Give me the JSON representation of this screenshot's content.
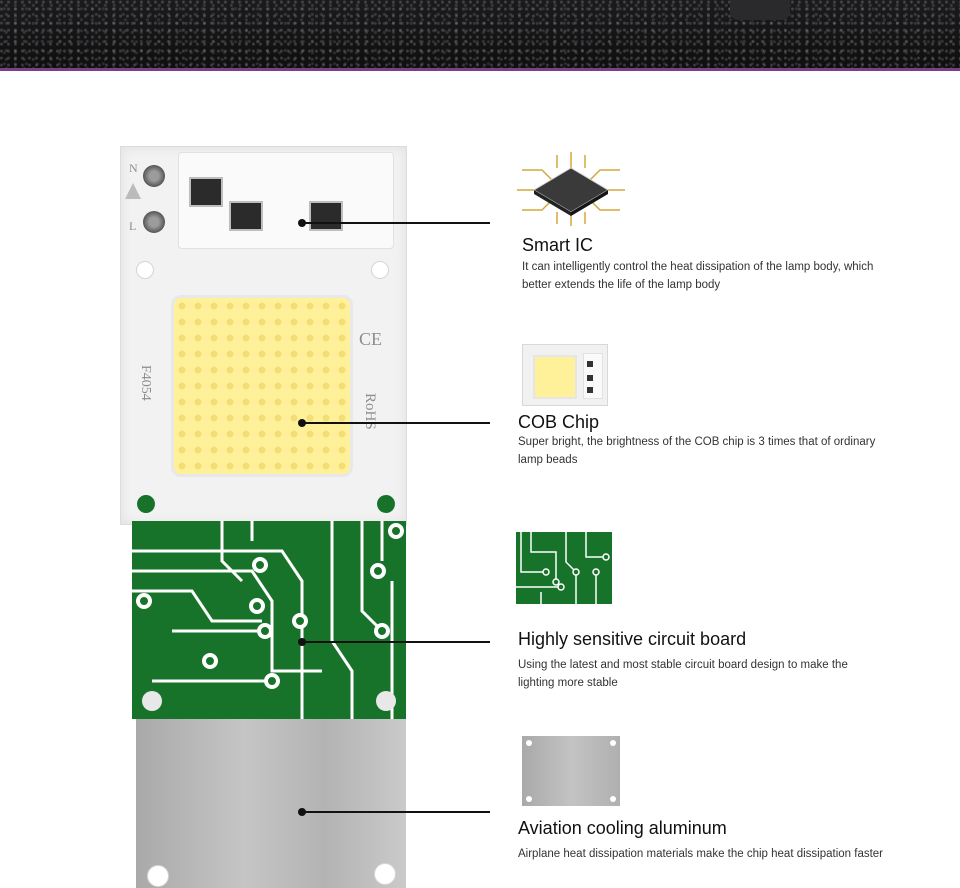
{
  "board": {
    "pcb_labels": {
      "n": "N",
      "l": "L",
      "model": "F4054",
      "ce": "CE",
      "rohs": "RoHS"
    }
  },
  "features": [
    {
      "title": "Smart IC",
      "description": "It can intelligently control the heat dissipation of the lamp body, which better extends the life of the lamp body",
      "icon": "chip-icon"
    },
    {
      "title": "COB Chip",
      "description": "Super bright, the brightness of the COB chip is 3 times that of ordinary lamp beads",
      "icon": "cob-module-icon"
    },
    {
      "title": "Highly sensitive circuit board",
      "description": "Using the latest and most stable circuit board design to make the lighting more stable",
      "icon": "circuit-board-icon"
    },
    {
      "title": "Aviation cooling aluminum",
      "description": "Airplane heat dissipation materials make the chip heat dissipation faster",
      "icon": "aluminum-plate-icon"
    }
  ],
  "colors": {
    "accent_line": "#7a3f8a",
    "pcb_green": "#17732a",
    "led_yellow": "#fff19a"
  }
}
